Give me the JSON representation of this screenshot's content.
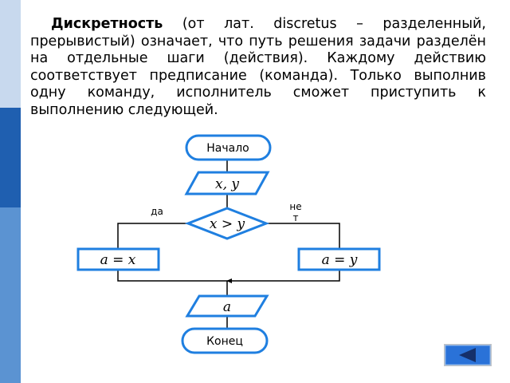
{
  "slide": {
    "term": "Дискретность",
    "definition": " (от лат. discretus – разделенный, прерывистый) означает, что путь решения задачи разделён на отдельные шаги (действия). Каждому действию соответствует предписание (команда). Только выполнив одну команду, исполнитель сможет приступить к выполнению следующей."
  },
  "flowchart": {
    "start": "Начало",
    "input": "x, y",
    "condition": "x > y",
    "yes_label": "да",
    "no_label_line1": "не",
    "no_label_line2": "т",
    "assign_left": "a = x",
    "assign_right": "a = y",
    "output": "a",
    "end": "Конец"
  },
  "colors": {
    "shape_stroke": "#1f7fe0",
    "sidebar": "#4a86c8",
    "sidebar_dark": "#1f5fb0",
    "nav_button": "#2a72d8"
  },
  "icons": {
    "back": "back-arrow-icon"
  }
}
